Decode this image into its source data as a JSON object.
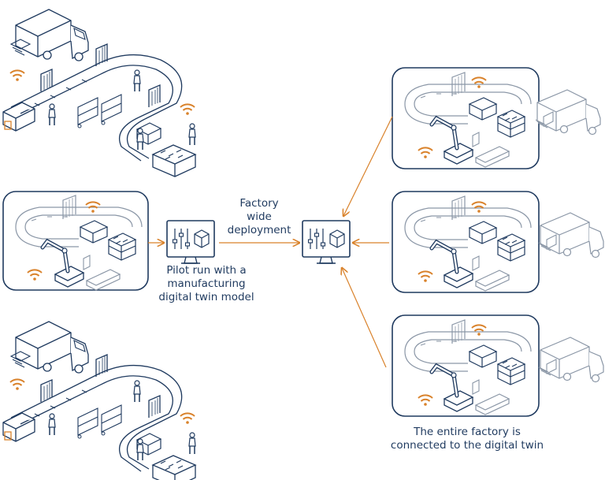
{
  "labels": {
    "deployment": [
      "Factory",
      "wide",
      "deployment"
    ],
    "pilot": [
      "Pilot run with a",
      "manufacturing",
      "digital twin model"
    ],
    "connected": [
      "The entire factory is",
      "connected to the digital twin"
    ]
  },
  "colors": {
    "line": "#1f3a5f",
    "line_light": "#8a96a6",
    "accent": "#d9822b",
    "background": "#ffffff"
  },
  "icons": {
    "monitor": "digital-twin-monitor-icon",
    "wifi": "wifi-icon",
    "truck": "delivery-truck-icon",
    "robot": "robot-arm-icon",
    "worker": "worker-icon"
  }
}
